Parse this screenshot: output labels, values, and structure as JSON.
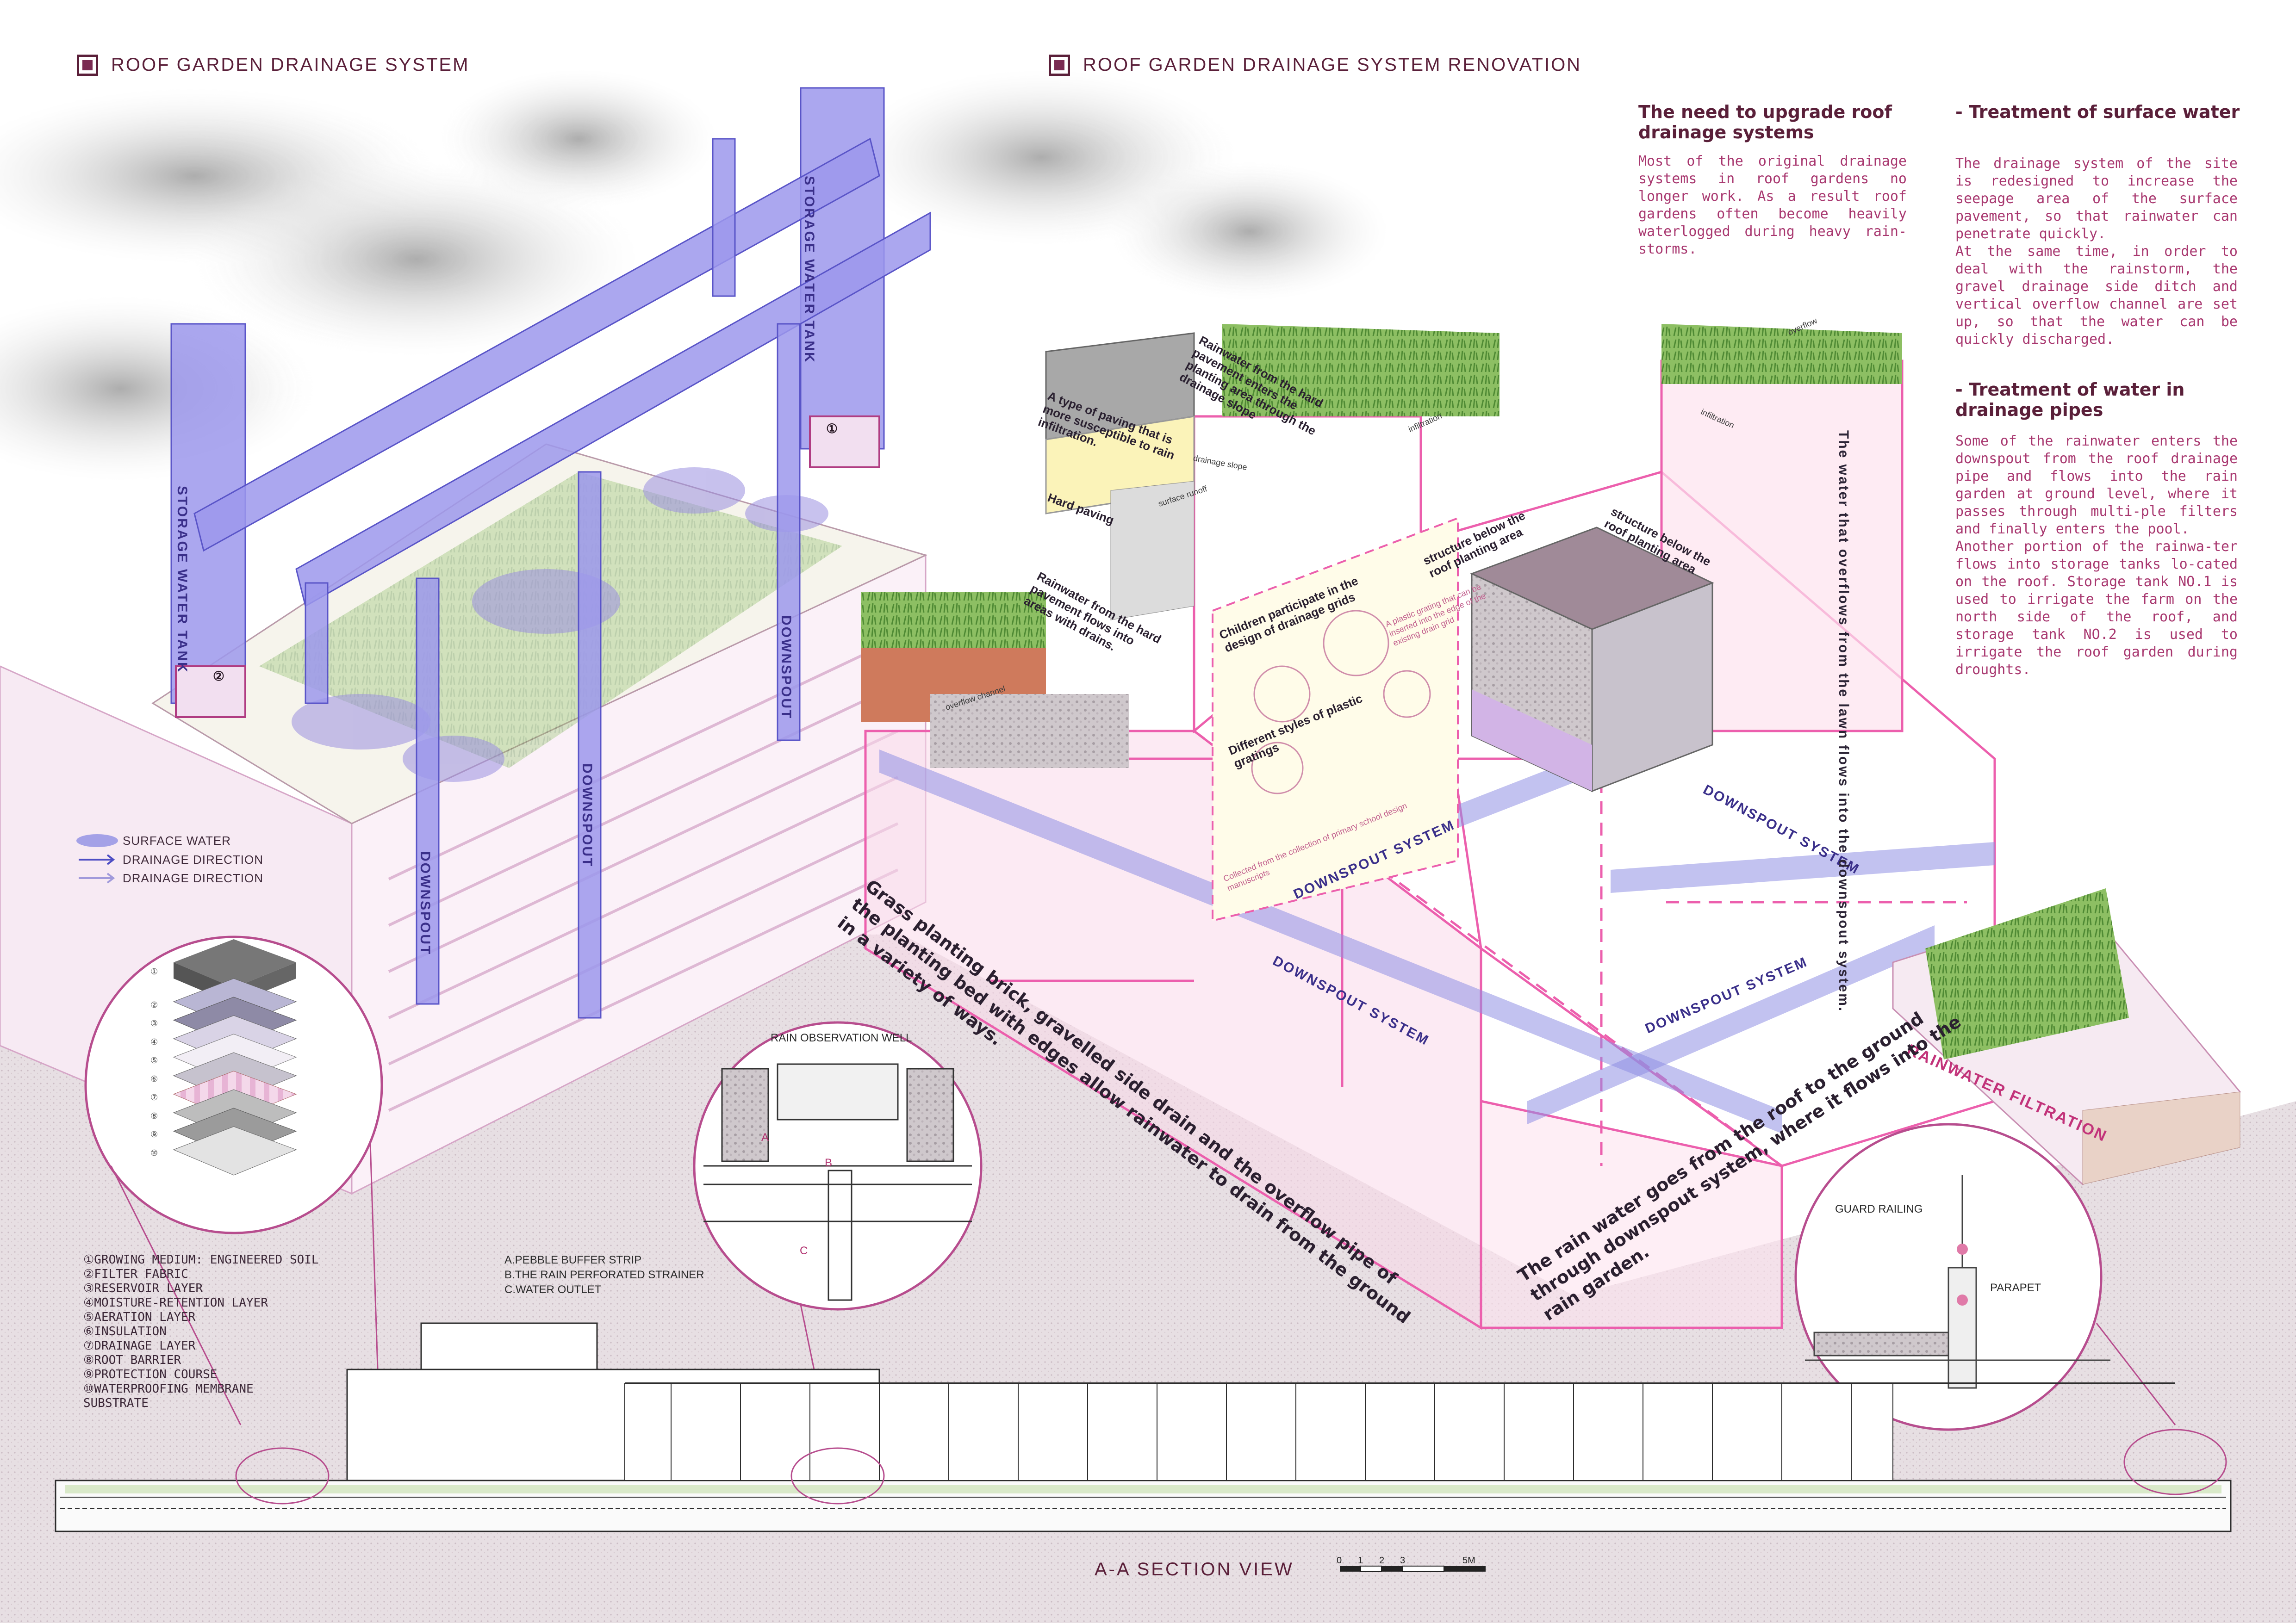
{
  "left_panel": {
    "title": "ROOF GARDEN DRAINAGE SYSTEM",
    "tank_labels": [
      "STORAGE WATER TANK",
      "STORAGE WATER TANK"
    ],
    "tank_numbers": [
      "①",
      "②"
    ],
    "downspout_labels": [
      "DOWNSPOUT",
      "DOWNSPOUT",
      "DOWNSPOUT"
    ],
    "legend": [
      {
        "label": "SURFACE WATER",
        "icon": "surface-water-swatch-icon"
      },
      {
        "label": "DRAINAGE DIRECTION",
        "icon": "arrow-right-icon"
      },
      {
        "label": "DRAINAGE DIRECTION",
        "icon": "arrow-right-icon"
      }
    ],
    "layer_numbers": [
      "①",
      "②",
      "③",
      "④",
      "⑤",
      "⑥",
      "⑦",
      "⑧",
      "⑨",
      "⑩"
    ],
    "layer_list": [
      "①GROWING MEDIUM: ENGINEERED SOIL",
      "②FILTER FABRIC",
      "③RESERVOIR LAYER",
      "④MOISTURE-RETENTION LAYER",
      "⑤AERATION LAYER",
      "⑥INSULATION",
      "⑦DRAINAGE LAYER",
      "⑧ROOT BARRIER",
      "⑨PROTECTION COURSE",
      "⑩WATERPROOFING MEMBRANE",
      "SUBSTRATE"
    ]
  },
  "right_panel": {
    "title": "ROOF GARDEN DRAINAGE SYSTEM RENOVATION",
    "need": {
      "heading": "The need to upgrade roof drainage systems",
      "body": "Most of the original drainage systems in roof gardens no longer work. As a result roof gardens often become heavily waterlogged during heavy rain-storms."
    },
    "surface": {
      "heading": "- Treatment of surface water",
      "body": "The drainage system of the site is redesigned to increase the seepage area of the surface pavement, so that rainwater can penetrate quickly.\nAt the same time, in order to deal with the rainstorm, the gravel drainage side ditch and vertical overflow channel are set up, so that the water can be quickly discharged."
    },
    "pipes": {
      "heading": "- Treatment of water in drainage pipes",
      "body": "Some of the rainwater enters the downspout from the roof drainage pipe and flows into the rain garden at ground level, where it passes through multi-ple filters and finally enters the pool.\nAnother portion of the rainwa-ter flows into storage tanks lo-cated on the roof. Storage tank NO.1 is used to irrigate the farm on the north side of the roof, and storage tank NO.2 is used to irrigate the roof garden during droughts."
    }
  },
  "diagram": {
    "downspout_system": [
      "DOWNSPOUT SYSTEM",
      "DOWNSPOUT SYSTEM",
      "DOWNSPOUT SYSTEM",
      "DOWNSPOUT SYSTEM"
    ],
    "rainwater_filtration": "RAINWATER FILTRATION",
    "grass_note": "Grass planting brick, gravelled side drain and the overflow pipe of the planting bed with edges allow rainwater to drain from the ground in a variety of ways.",
    "rain_note": "The rain water goes from the roof to the ground through downspout system, where it flows into the rain garden.",
    "overflow_note": "The water that overflows from the lawn flows into the downspout system.",
    "paving_note": "A type of paving that is more susceptible to rain infiltration.",
    "hard_paving": "Hard paving",
    "hard_rain_note": "Rainwater from the hard pavement enters the planting area through the drainage slope",
    "pavement_drain_note": "Rainwater from the hard pavement flows into areas with drains.",
    "structure_1": "structure below the roof planting area",
    "structure_2": "structure below the roof planting area",
    "children_note": "Children participate in the design of drainage grids",
    "styles_note": "Different styles of plastic gratings",
    "grating_note": "A plastic grating that can be inserted into the edge of the existing drain grid",
    "collected_note": "Collected from the collection of primary school design manuscripts",
    "overflow": "overflow",
    "infiltration": "infiltration",
    "infiltration_2": "infiltration",
    "drainage_slope": "drainage slope",
    "surface_runoff": "surface runoff",
    "overflow_channel": "overflow channel"
  },
  "details": {
    "well_title": "RAIN OBSERVATION WELL",
    "well_marks": [
      "A",
      "B",
      "C"
    ],
    "well_legend": [
      "A.PEBBLE BUFFER STRIP",
      "B.THE RAIN PERFORATED STRAINER",
      "C.WATER OUTLET"
    ],
    "guard_railing": "GUARD RAILING",
    "parapet": "PARAPET"
  },
  "section": {
    "title": "A-A SECTION VIEW",
    "scale_labels": [
      "0",
      "1",
      "2",
      "3",
      "5M"
    ]
  },
  "colors": {
    "accent_pink": "#e45fa6",
    "downspout_blue": "#8f8fe3",
    "title_maroon": "#5a1f39",
    "body_pink": "#a8376f"
  }
}
